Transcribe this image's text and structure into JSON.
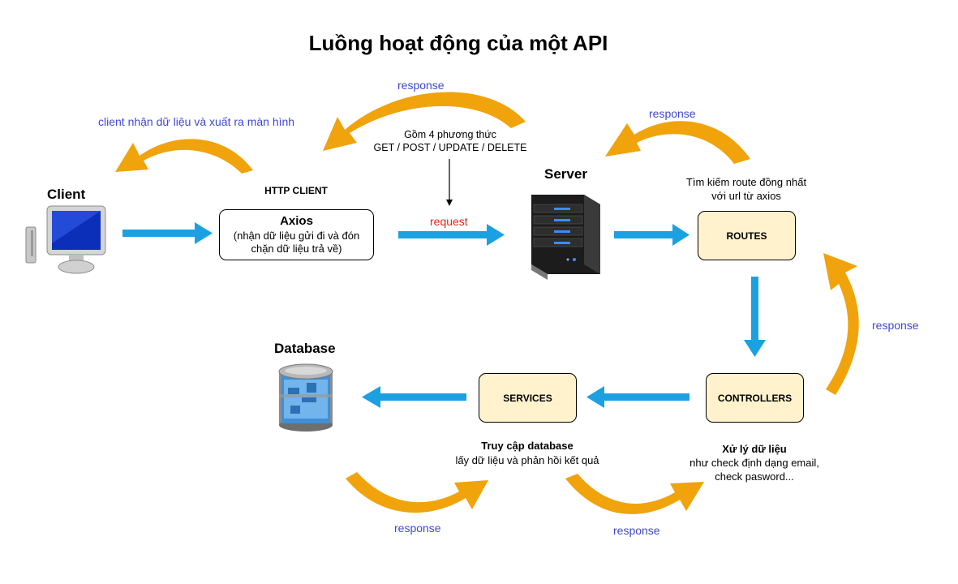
{
  "title": "Luồng hoạt động của một API",
  "client": {
    "label": "Client",
    "icon": "computer-monitor-icon"
  },
  "axios": {
    "top_label": "HTTP CLIENT",
    "name": "Axios",
    "desc_line1": "(nhận dữ liệu gửi đi và đón",
    "desc_line2": "chặn dữ liệu trả về)"
  },
  "methods": {
    "line1": "Gồm 4 phương thức",
    "line2": "GET / POST / UPDATE / DELETE"
  },
  "server": {
    "label": "Server",
    "icon": "server-rack-icon",
    "request_label": "request"
  },
  "routes": {
    "label": "ROUTES",
    "note_line1": "Tìm kiếm route đồng nhất",
    "note_line2": "với url từ axios"
  },
  "controllers": {
    "label": "CONTROLLERS",
    "note_title": "Xử lý dữ liệu",
    "note_line1": "như check định dạng email,",
    "note_line2": "check pasword..."
  },
  "services": {
    "label": "SERVICES",
    "note_title": "Truy cập database",
    "note_line1": "lấy dữ liệu và phản hồi kết quả"
  },
  "database": {
    "label": "Database",
    "icon": "database-cylinder-icon"
  },
  "responses": {
    "top": "response",
    "client_note": "client nhận dữ liệu và xuất ra màn hình",
    "routes_to_server": "response",
    "controllers_to_routes": "response",
    "db_to_services": "response",
    "services_to_controllers": "response"
  },
  "colors": {
    "flow_arrow": "#1ba1e2",
    "response_arrow": "#f0a30a",
    "node_fill": "#fff2cc",
    "response_text": "#3f48cc",
    "request_text": "#e8230f"
  }
}
